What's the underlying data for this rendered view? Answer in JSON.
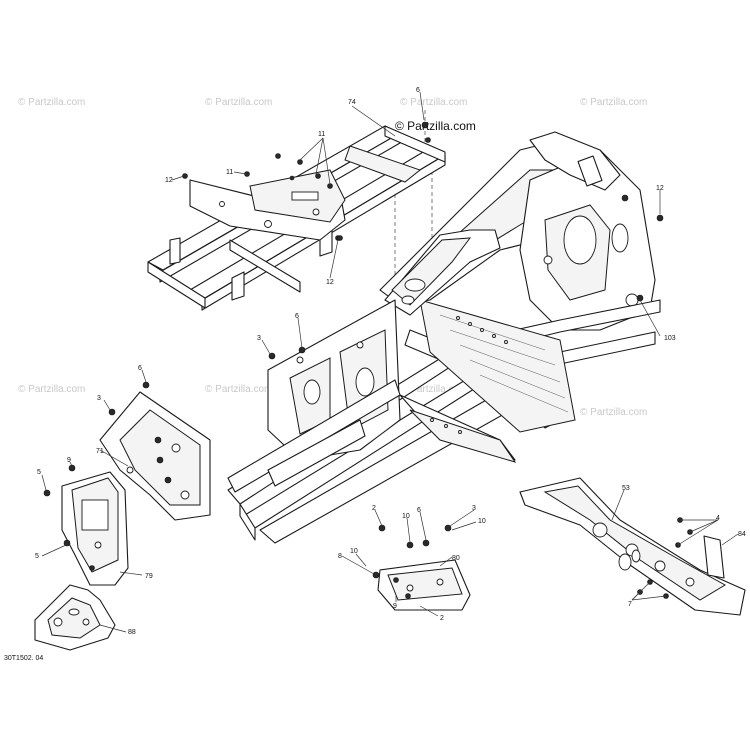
{
  "brand": "© Partzilla.com",
  "watermark": "© Partzilla.com",
  "document_id": "30T1502. 04",
  "callouts": {
    "c74": "74",
    "c11a": "11",
    "c11b": "11",
    "c12a": "12",
    "c12b": "12",
    "c12c": "12",
    "c6top": "6",
    "c103": "103",
    "c3a": "3",
    "c6a": "6",
    "c6b": "6",
    "c3b": "3",
    "c71": "71",
    "c9a": "9",
    "c5a": "5",
    "c5b": "5",
    "c79": "79",
    "c88": "88",
    "c53": "53",
    "c4": "4",
    "c84": "84",
    "c7": "7",
    "c2a": "2",
    "c10a": "10",
    "c6c": "6",
    "c3c": "3",
    "c10b": "10",
    "c10c": "10",
    "c8": "8",
    "c80": "80",
    "c9b": "9",
    "c2b": "2"
  }
}
